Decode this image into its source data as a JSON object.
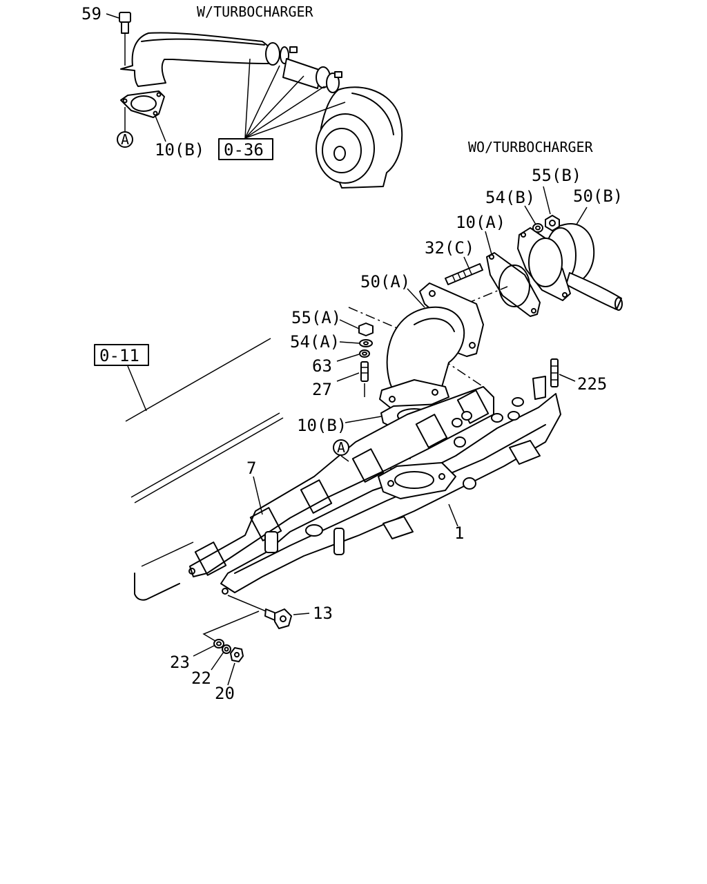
{
  "captions": {
    "with_turbo": "W/TURBOCHARGER",
    "without_turbo": "WO/TURBOCHARGER"
  },
  "reference_boxes": {
    "ref_0_36": "0-36",
    "ref_0_11": "0-11"
  },
  "callouts": {
    "c_a_top": "A",
    "c_a_mid": "A"
  },
  "parts": {
    "p59": "59",
    "p10b_top": "10(B)",
    "p55b": "55(B)",
    "p54b": "54(B)",
    "p50b": "50(B)",
    "p10a": "10(A)",
    "p32c": "32(C)",
    "p50a": "50(A)",
    "p55a": "55(A)",
    "p54a": "54(A)",
    "p63": "63",
    "p27": "27",
    "p225": "225",
    "p10b_mid": "10(B)",
    "p7": "7",
    "p1": "1",
    "p13": "13",
    "p23": "23",
    "p22": "22",
    "p20": "20"
  }
}
